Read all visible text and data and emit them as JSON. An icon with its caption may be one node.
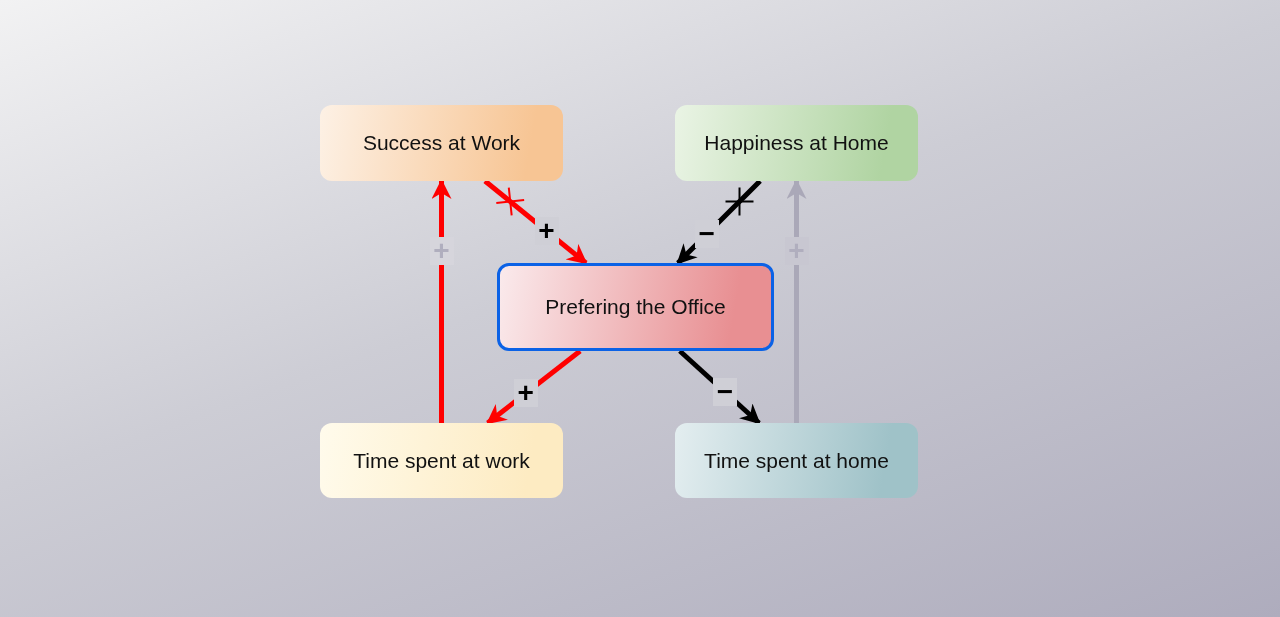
{
  "diagram": {
    "nodes": [
      {
        "text": [
          "Success at Work"
        ]
      },
      {
        "text": [
          "Happiness at Home"
        ]
      },
      {
        "text": [
          "Prefering the Office"
        ]
      },
      {
        "text": [
          "Time spent at work"
        ]
      },
      {
        "text": [
          "Time spent at home"
        ]
      }
    ],
    "edges": [
      {
        "from": 0,
        "to": 2,
        "arrow": "to",
        "label": "+"
      },
      {
        "from": 1,
        "to": 2,
        "arrow": "to",
        "label": "−",
        "color": "#000000"
      },
      {
        "from": 2,
        "to": 3,
        "arrow": "to",
        "label": "+"
      },
      {
        "from": 2,
        "to": 4,
        "arrow": "to",
        "label": "−",
        "color": "#000000"
      },
      {
        "from": 3,
        "to": 0,
        "arrow": "to",
        "label": "+"
      },
      {
        "from": 4,
        "to": 1,
        "arrow": "to",
        "label": "+",
        "color": "#aaa8b8"
      }
    ]
  }
}
